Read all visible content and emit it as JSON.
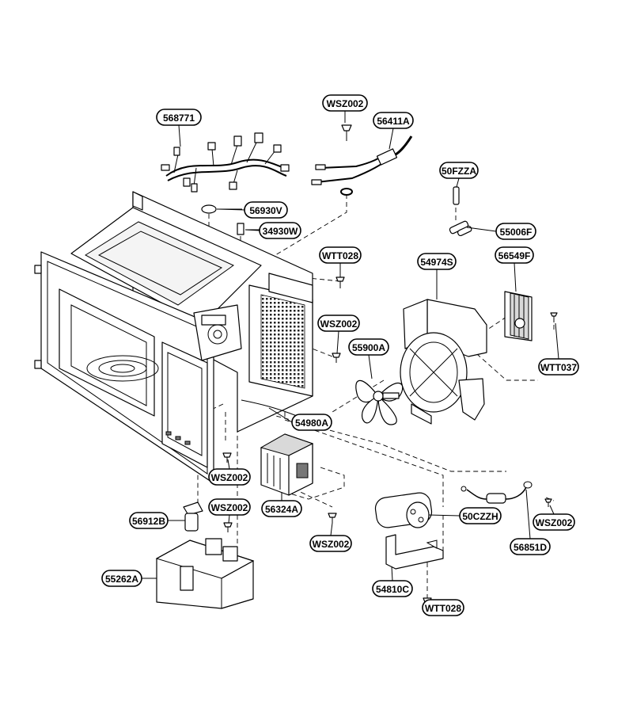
{
  "parts": [
    {
      "id": "568771"
    },
    {
      "id": "WSZ002"
    },
    {
      "id": "56411A"
    },
    {
      "id": "50FZZA"
    },
    {
      "id": "56930V"
    },
    {
      "id": "34930W"
    },
    {
      "id": "55006F"
    },
    {
      "id": "WTT028"
    },
    {
      "id": "54974S"
    },
    {
      "id": "56549F"
    },
    {
      "id": "WSZ002"
    },
    {
      "id": "55900A"
    },
    {
      "id": "WTT037"
    },
    {
      "id": "54980A"
    },
    {
      "id": "WSZ002"
    },
    {
      "id": "56324A"
    },
    {
      "id": "WSZ002"
    },
    {
      "id": "56912B"
    },
    {
      "id": "50CZZH"
    },
    {
      "id": "WSZ002"
    },
    {
      "id": "WSZ002"
    },
    {
      "id": "56851D"
    },
    {
      "id": "55262A"
    },
    {
      "id": "54810C"
    },
    {
      "id": "WTT028"
    }
  ]
}
